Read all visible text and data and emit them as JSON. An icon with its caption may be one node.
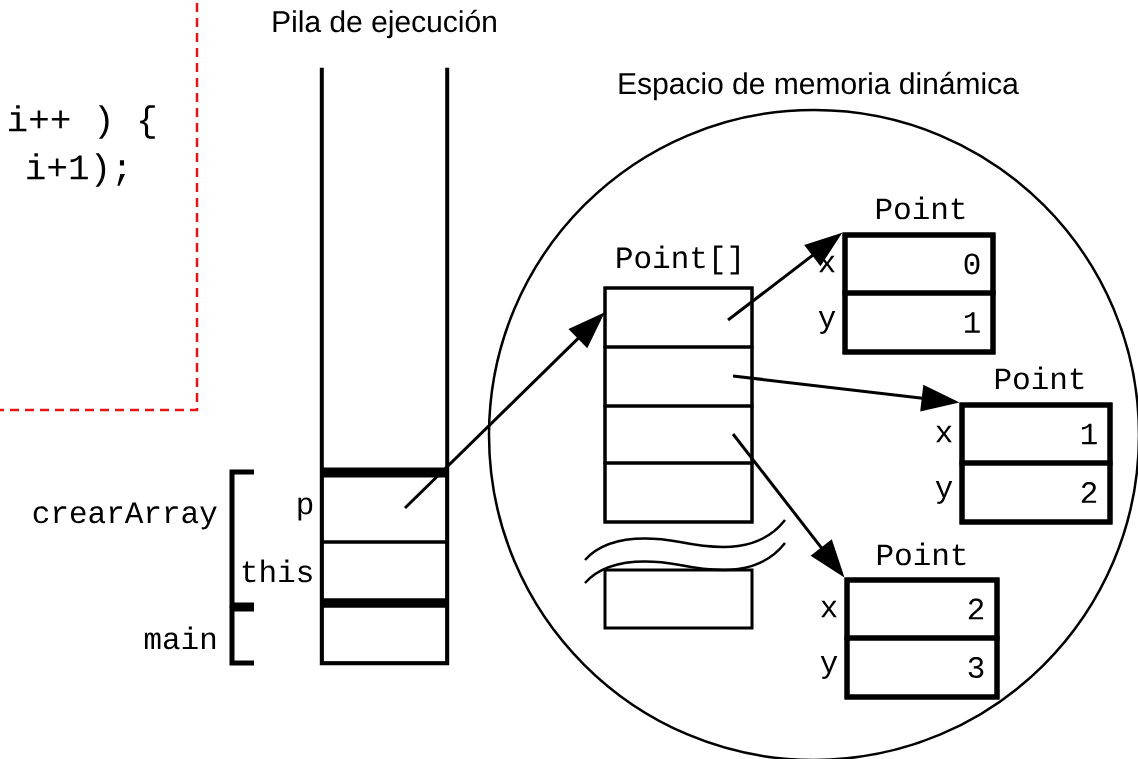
{
  "diagram": {
    "nodes": [
      {
        "text": [
          "i++ ) {",
          "i+1);"
        ]
      },
      {
        "text": [
          "Pila de ejecución"
        ]
      },
      {
        "text": [],
        "shape": "box",
        "in": 1,
        "beside": [
          "p"
        ]
      },
      {
        "text": [],
        "shape": "box",
        "in": 1,
        "beside": [
          "this"
        ]
      },
      {
        "text": [],
        "shape": "box",
        "in": 1
      },
      {
        "text": [
          "Espacio de memoria dinámica"
        ]
      },
      {
        "text": [
          "Point[]"
        ],
        "in": 5
      },
      {
        "text": [],
        "shape": "box",
        "in": 6
      },
      {
        "text": [],
        "shape": "box",
        "in": 6
      },
      {
        "text": [],
        "shape": "box",
        "in": 6
      },
      {
        "text": [],
        "shape": "box",
        "in": 6
      },
      {
        "text": [],
        "shape": "box",
        "in": 5
      },
      {
        "text": [
          "Point"
        ],
        "in": 5
      },
      {
        "text": [
          "0"
        ],
        "in": 12,
        "beside": [
          "x"
        ]
      },
      {
        "text": [
          "1"
        ],
        "in": 12,
        "beside": [
          "y"
        ]
      },
      {
        "text": [
          "Point"
        ],
        "in": 5
      },
      {
        "text": [
          "1"
        ],
        "in": 15,
        "beside": [
          "x"
        ]
      },
      {
        "text": [
          "2"
        ],
        "in": 15,
        "beside": [
          "y"
        ]
      },
      {
        "text": [
          "Point"
        ],
        "in": 5
      },
      {
        "text": [
          "2"
        ],
        "in": 18,
        "beside": [
          "x"
        ]
      },
      {
        "text": [
          "3"
        ],
        "in": 18,
        "beside": [
          "y"
        ]
      }
    ],
    "edges": [
      {
        "from": 2,
        "to": 6,
        "arrow": "to"
      },
      {
        "from": 7,
        "to": 12,
        "arrow": "to"
      },
      {
        "from": 8,
        "to": 15,
        "arrow": "to"
      },
      {
        "from": 9,
        "to": 18,
        "arrow": "to"
      }
    ],
    "labels": [
      "crearArray",
      "main"
    ]
  }
}
